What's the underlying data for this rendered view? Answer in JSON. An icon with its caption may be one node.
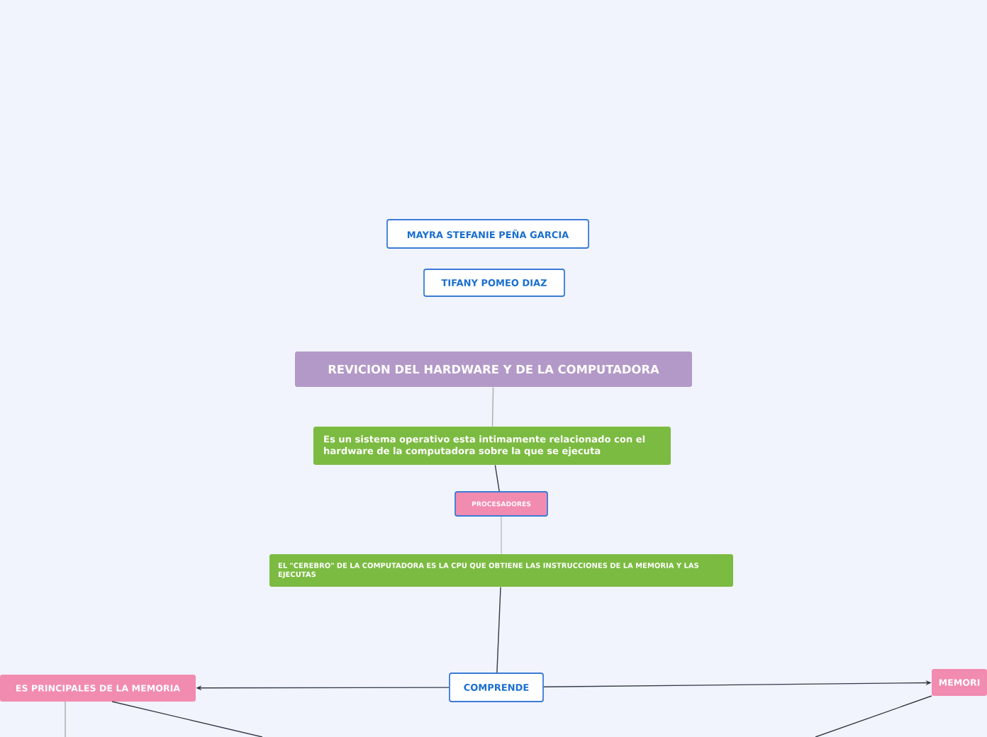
{
  "diagram": {
    "nodes": [
      {
        "text": [
          "MAYRA STEFANIE PEÑA GARCIA"
        ]
      },
      {
        "text": [
          "TIFANY POMEO DIAZ"
        ]
      },
      {
        "text": [
          "REVICION DEL HARDWARE Y DE LA COMPUTADORA"
        ]
      },
      {
        "text": [
          "Es un sistema operativo esta intimamente relacionado con el hardware de la computadora sobre la que se ejecuta"
        ]
      },
      {
        "text": [
          "PROCESADORES"
        ]
      },
      {
        "text": [
          "EL \"CEREBRO\" DE LA COMPUTADORA ES LA CPU QUE OBTIENE LAS INSTRUCCIONES DE LA MEMORIA Y LAS EJECUTAS"
        ]
      },
      {
        "text": [
          "COMPRENDE"
        ]
      },
      {
        "text": [
          "ES PRINCIPALES DE LA MEMORIA"
        ]
      },
      {
        "text": [
          "MEMORI"
        ]
      }
    ],
    "edges": [
      {
        "from": 2,
        "to": 3,
        "arrow": "none",
        "color": "#aaaaaa"
      },
      {
        "from": 3,
        "to": 4,
        "arrow": "none"
      },
      {
        "from": 4,
        "to": 5,
        "arrow": "none",
        "color": "#bbbbbb"
      },
      {
        "from": 5,
        "to": 6,
        "arrow": "none"
      },
      {
        "from": 6,
        "to": 7,
        "arrow": "to"
      },
      {
        "from": 6,
        "to": 8,
        "arrow": "to"
      },
      {
        "from": 7,
        "to": null,
        "arrow": "none",
        "color": "#aaaaaa"
      },
      {
        "from": 7,
        "to": null,
        "arrow": "none"
      },
      {
        "from": 8,
        "to": null,
        "arrow": "none"
      }
    ]
  }
}
